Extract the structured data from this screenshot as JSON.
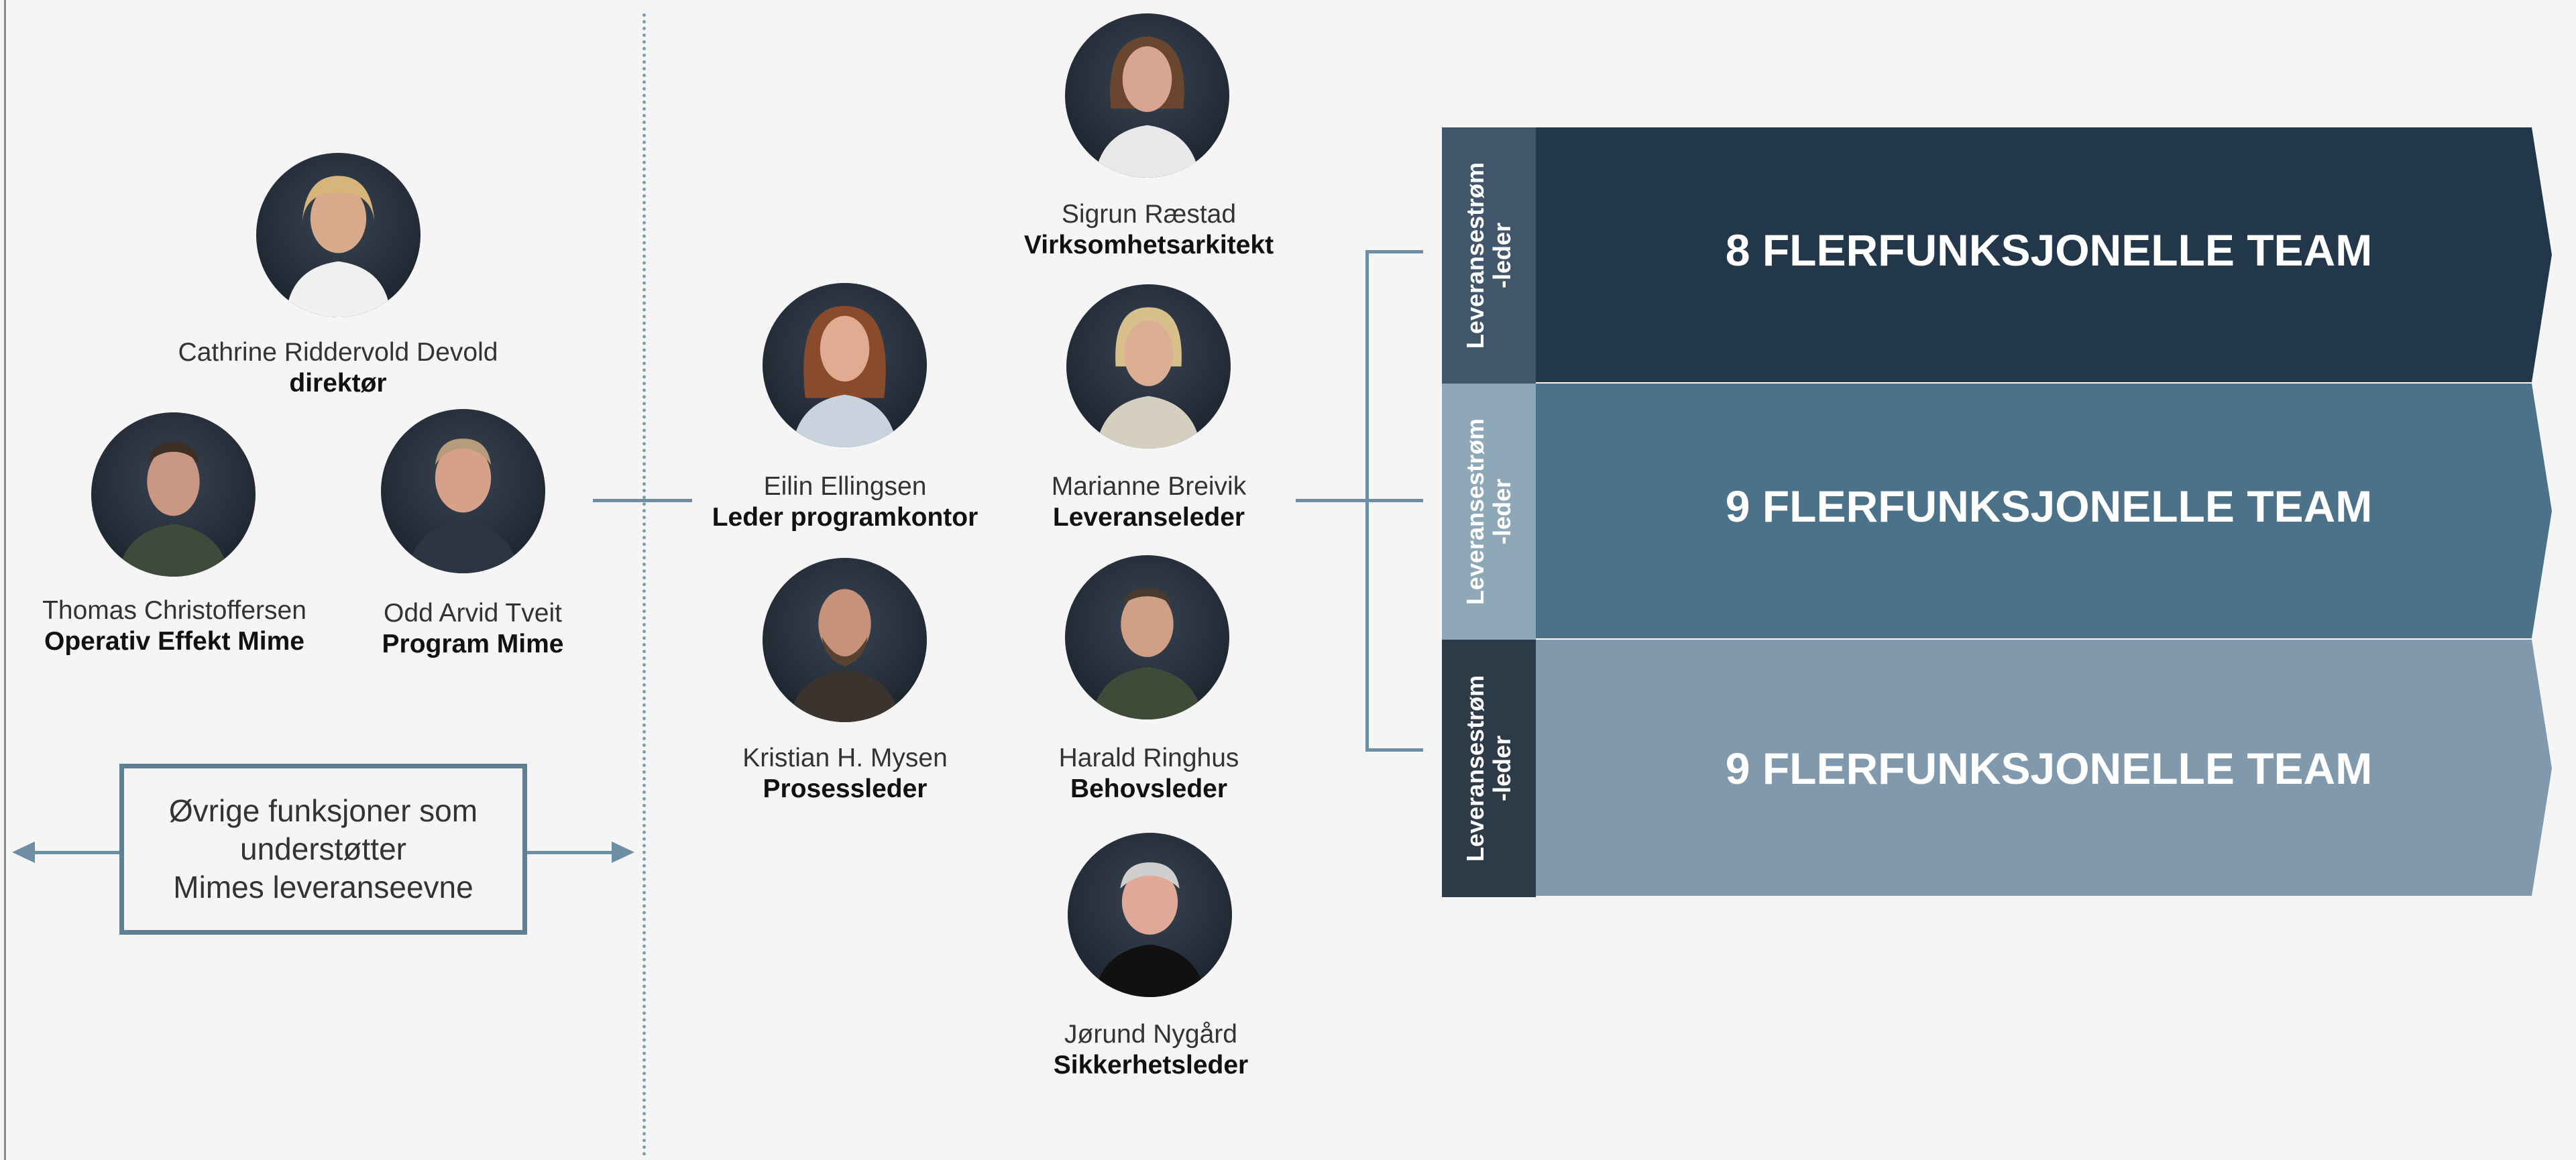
{
  "people": {
    "director": {
      "name": "Cathrine Riddervold Devold",
      "role": "direktør"
    },
    "operativ": {
      "name": "Thomas Christoffersen",
      "role": "Operativ Effekt Mime"
    },
    "program": {
      "name": "Odd Arvid Tveit",
      "role": "Program Mime"
    },
    "sigrun": {
      "name": "Sigrun Ræstad",
      "role": "Virksomhetsarkitekt"
    },
    "eilin": {
      "name": "Eilin Ellingsen",
      "role": "Leder programkontor"
    },
    "marianne": {
      "name": "Marianne Breivik",
      "role": "Leveranseleder"
    },
    "kristian": {
      "name": "Kristian H. Mysen",
      "role": "Prosessleder"
    },
    "harald": {
      "name": "Harald Ringhus",
      "role": "Behovsleder"
    },
    "jorund": {
      "name": "Jørund Nygård",
      "role": "Sikkerhetsleder"
    }
  },
  "support_box": {
    "line1": "Øvrige funksjoner som",
    "line2": "understøtter",
    "line3": "Mimes leveranseevne"
  },
  "streams": [
    {
      "label_line1": "Leveransestrøm",
      "label_line2": "-leder",
      "team": "8 FLERFUNKSJONELLE TEAM",
      "color": "#23374a",
      "label_color": "#41566a"
    },
    {
      "label_line1": "Leveransestrøm",
      "label_line2": "-leder",
      "team": "9 FLERFUNKSJONELLE TEAM",
      "color": "#4b7289",
      "label_color": "#8ea8b7"
    },
    {
      "label_line1": "Leveransestrøm",
      "label_line2": "-leder",
      "team": "9 FLERFUNKSJONELLE TEAM",
      "color": "#8199ad",
      "label_color": "#2d3a47"
    }
  ]
}
